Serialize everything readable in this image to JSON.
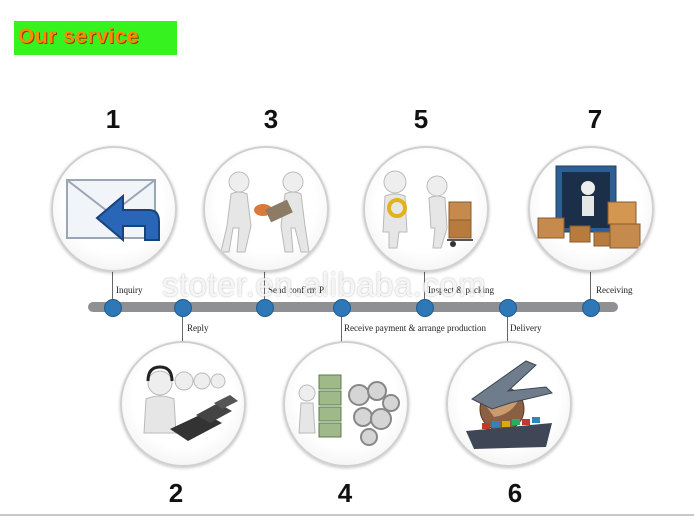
{
  "header": {
    "title": "Our service"
  },
  "watermark": "stoter.en.alibaba.com",
  "steps": [
    {
      "number": "1",
      "label": "Inquiry",
      "icon": "envelope-reply-icon"
    },
    {
      "number": "2",
      "label": "Reply",
      "icon": "call-center-icon"
    },
    {
      "number": "3",
      "label": "Send confirm PI",
      "icon": "handshake-document-icon"
    },
    {
      "number": "4",
      "label": "Receive payment & arrange production",
      "icon": "money-gears-icon"
    },
    {
      "number": "5",
      "label": "Inspect & packing",
      "icon": "inspection-boxes-icon"
    },
    {
      "number": "6",
      "label": "Delivery",
      "icon": "plane-ship-globe-icon"
    },
    {
      "number": "7",
      "label": "Receiving",
      "icon": "container-boxes-icon"
    }
  ],
  "colors": {
    "badge_bg": "#36f21e",
    "badge_text": "#ff8a00",
    "timeline_bar": "#8e9094",
    "timeline_dot": "#2f78b7"
  }
}
